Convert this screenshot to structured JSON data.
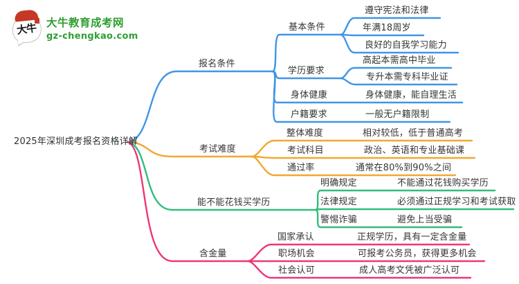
{
  "logo": {
    "bubble_text": "大牛",
    "brand": "大牛教育成考网",
    "domain": "gz-chengkao.com",
    "brand_color": "#2f9e31",
    "seal_color": "#c63726"
  },
  "title": "2025年深圳成考报名资格详解",
  "colors": {
    "blue": "#4095e6",
    "orange": "#f0a830",
    "green": "#30bd7a",
    "pink": "#ef3579",
    "text": "#353535"
  },
  "branches": [
    {
      "label": "报名条件",
      "color": "#4095e6",
      "children": [
        {
          "label": "基本条件",
          "leaves": [
            "遵守宪法和法律",
            "年满18周岁",
            "良好的自我学习能力"
          ]
        },
        {
          "label": "学历要求",
          "leaves": [
            "高起本需高中毕业",
            "专升本需专科毕业证"
          ]
        },
        {
          "label": "身体健康",
          "leaves": [
            "身体健康，能自理生活"
          ]
        },
        {
          "label": "户籍要求",
          "leaves": [
            "一般无户籍限制"
          ]
        }
      ]
    },
    {
      "label": "考试难度",
      "color": "#f0a830",
      "children": [
        {
          "label": "整体难度",
          "leaves": [
            "相对较低，低于普通高考"
          ]
        },
        {
          "label": "考试科目",
          "leaves": [
            "政治、英语和专业基础课"
          ]
        },
        {
          "label": "通过率",
          "leaves": [
            "通常在80%到90%之间"
          ]
        }
      ]
    },
    {
      "label": "能不能花钱买学历",
      "color": "#30bd7a",
      "children": [
        {
          "label": "明确规定",
          "leaves": [
            "不能通过花钱购买学历"
          ]
        },
        {
          "label": "法律规定",
          "leaves": [
            "必须通过正规学习和考试获取"
          ]
        },
        {
          "label": "警惕诈骗",
          "leaves": [
            "避免上当受骗"
          ]
        }
      ]
    },
    {
      "label": "含金量",
      "color": "#ef3579",
      "children": [
        {
          "label": "国家承认",
          "leaves": [
            "正规学历，具有一定含金量"
          ]
        },
        {
          "label": "职场机会",
          "leaves": [
            "可报考公务员，获得更多机会"
          ]
        },
        {
          "label": "社会认可",
          "leaves": [
            "成人高考文凭被广泛认可"
          ]
        }
      ]
    }
  ]
}
